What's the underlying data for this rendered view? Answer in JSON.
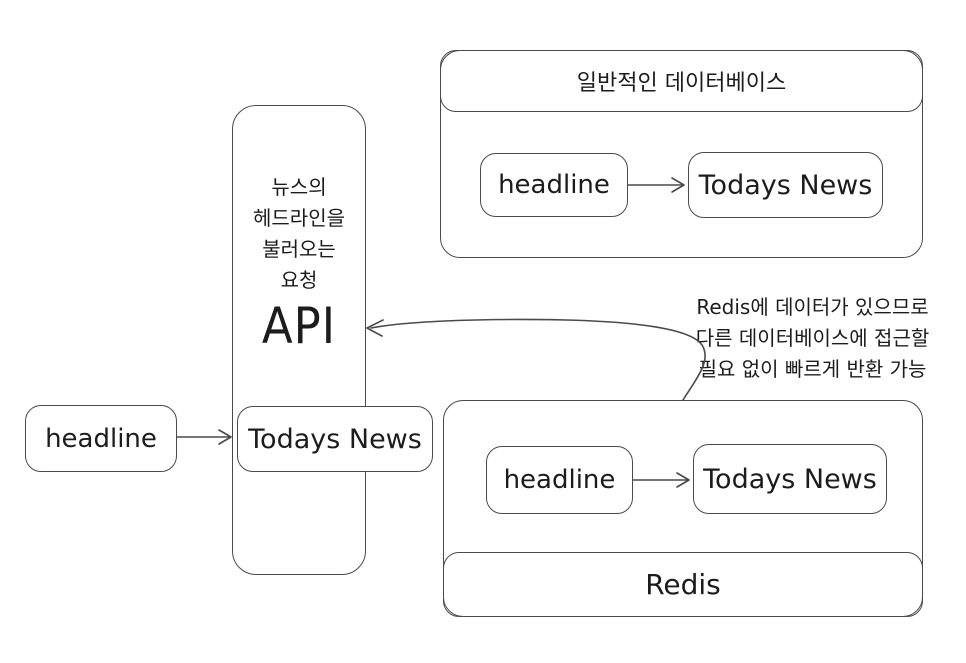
{
  "diagram": {
    "api_node": {
      "description_lines": [
        "뉴스의",
        "헤드라인을",
        "불러오는",
        "요청"
      ],
      "label": "API"
    },
    "client_flow": {
      "request_label": "headline",
      "response_label": "Todays News"
    },
    "generic_db": {
      "title": "일반적인 데이터베이스",
      "request_label": "headline",
      "response_label": "Todays News"
    },
    "redis_db": {
      "title": "Redis",
      "request_label": "headline",
      "response_label": "Todays News"
    },
    "redis_annotation_lines": [
      "Redis에 데이터가 있으므로",
      "다른 데이터베이스에 접근할",
      "필요 없이 빠르게 반환 가능"
    ],
    "colors": {
      "stroke": "#4a4a4a",
      "text": "#1c1c1c",
      "background": "#ffffff"
    }
  }
}
